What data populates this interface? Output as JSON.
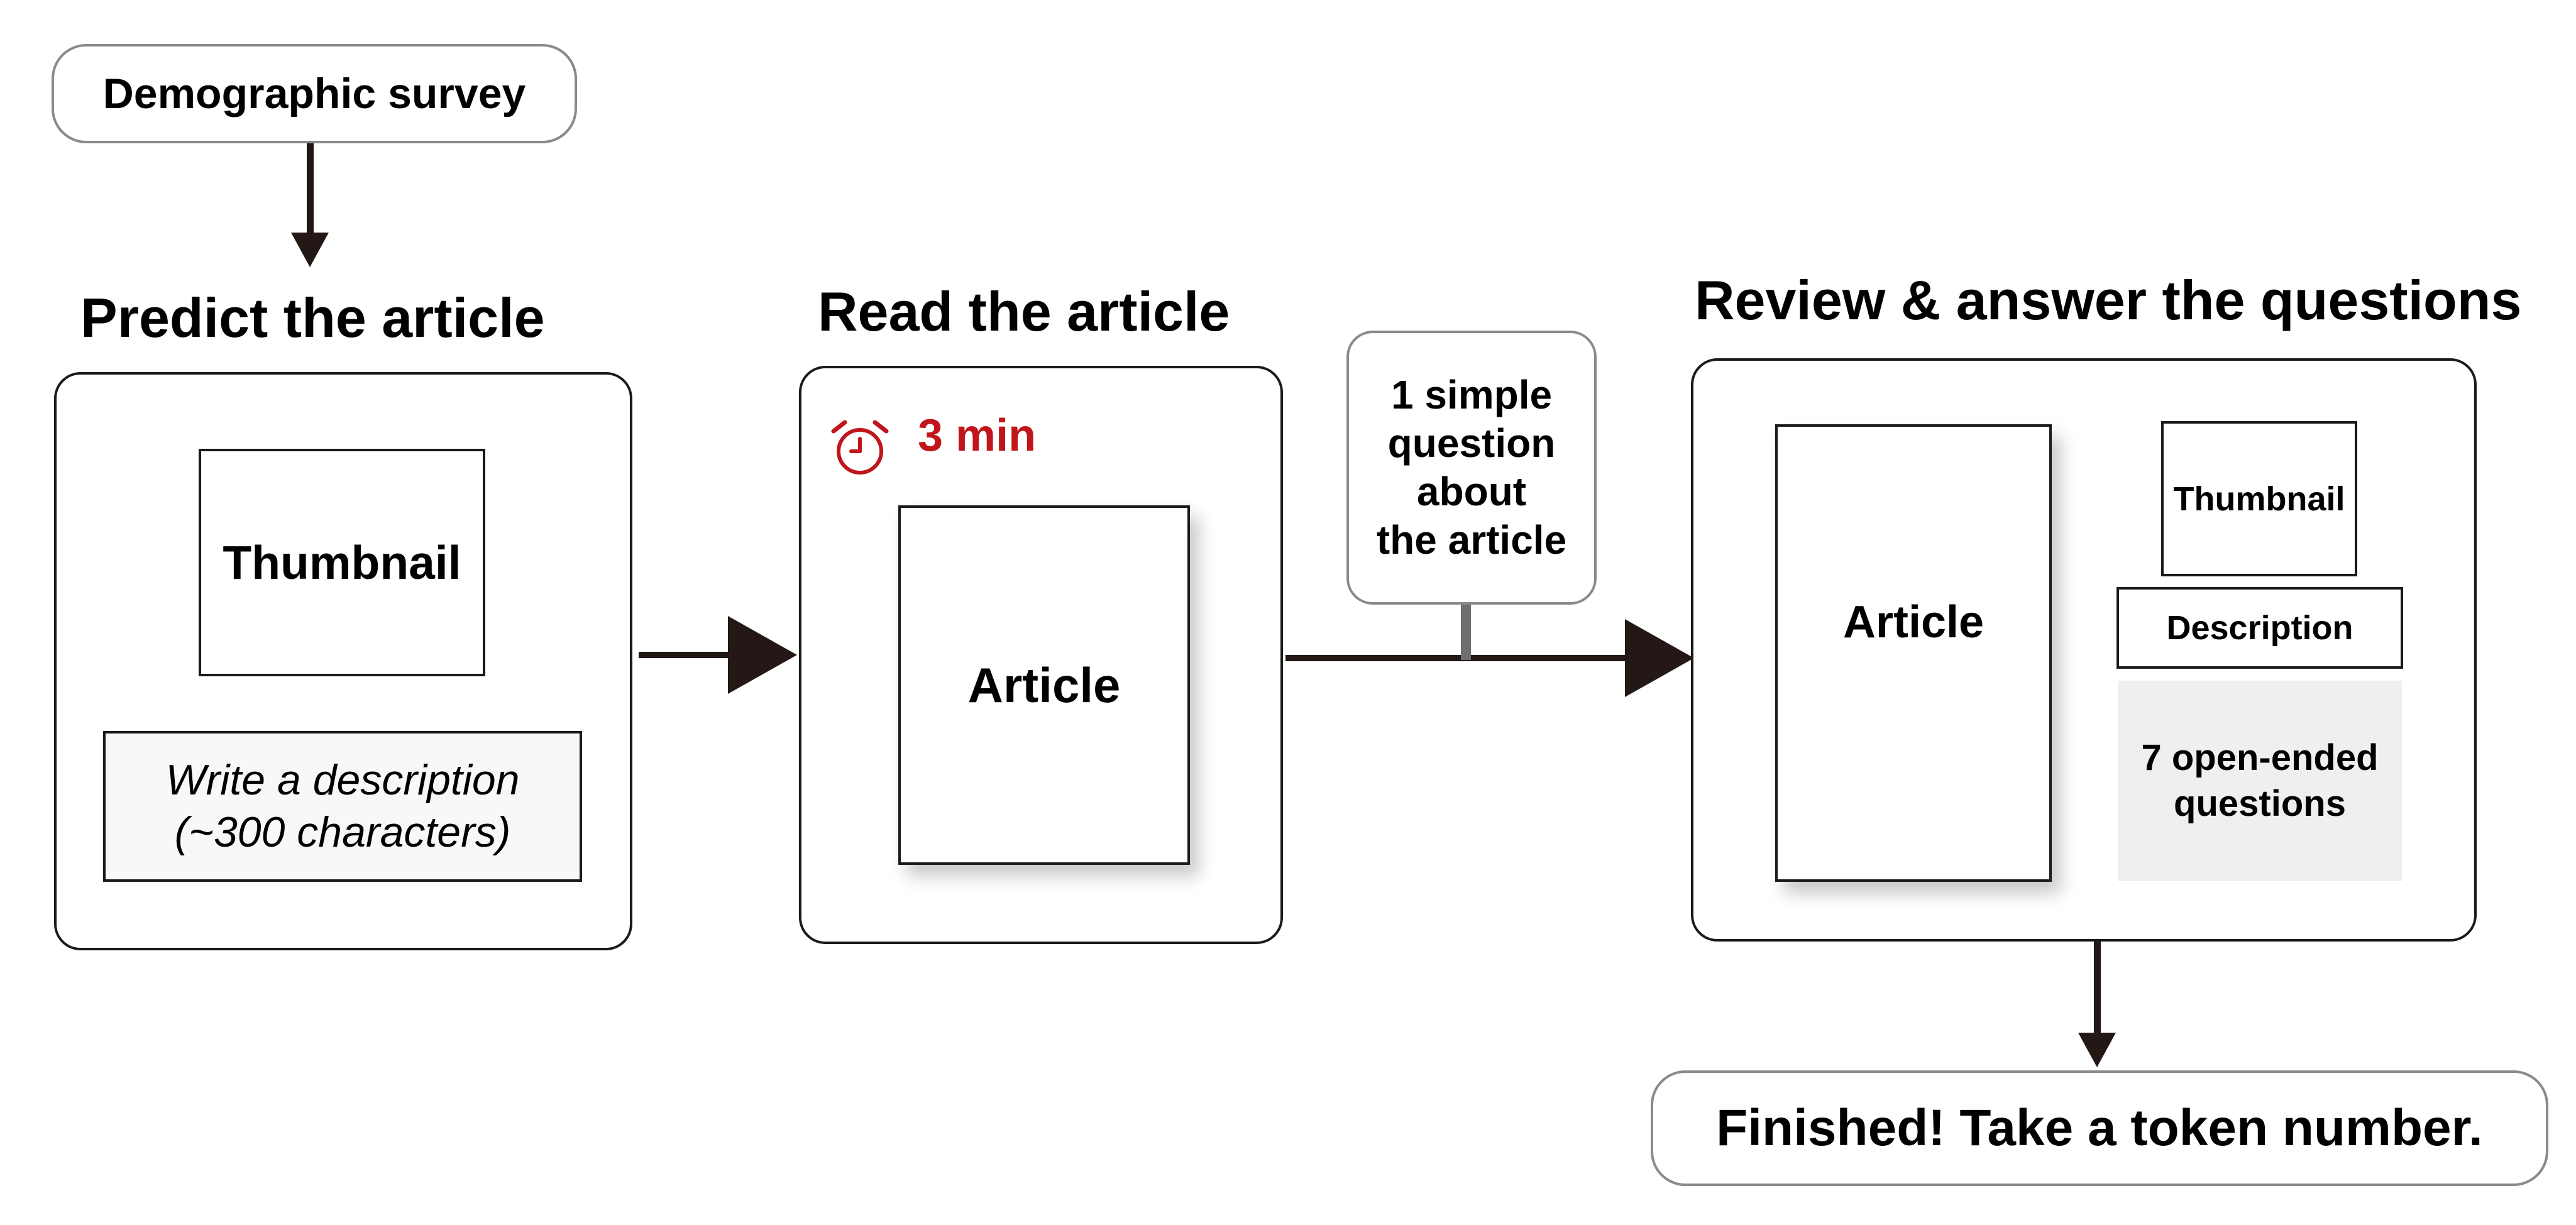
{
  "start": {
    "label": "Demographic survey"
  },
  "stages": {
    "predict": {
      "title": "Predict the article",
      "thumbnail": "Thumbnail",
      "description_line1": "Write a description",
      "description_line2": "(~300 characters)"
    },
    "read": {
      "title": "Read the article",
      "timer": "3 min",
      "article": "Article"
    },
    "question": {
      "line1": "1 simple",
      "line2": "question",
      "line3": "about",
      "line4": "the article"
    },
    "review": {
      "title": "Review & answer the questions",
      "article": "Article",
      "thumbnail": "Thumbnail",
      "description": "Description",
      "questions_line1": "7 open-ended",
      "questions_line2": "questions"
    }
  },
  "finish": {
    "label": "Finished! Take a token number."
  },
  "colors": {
    "arrow": "#231815",
    "timer": "#c0161b",
    "questions_bg": "#efefef",
    "pill_border": "#8a8a8a"
  },
  "icons": {
    "timer": "alarm-clock-icon"
  }
}
